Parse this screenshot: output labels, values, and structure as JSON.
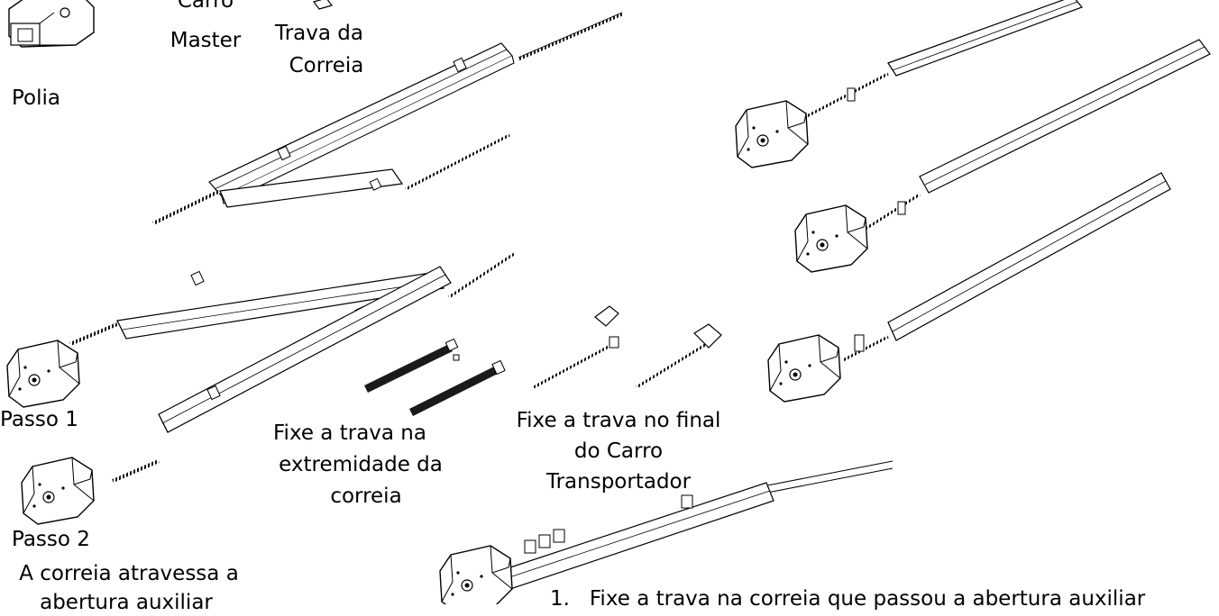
{
  "labels": {
    "carro": "Carro",
    "master": "Master",
    "trava_da": "Trava da",
    "correia": "Correia",
    "polia": "Polia",
    "passo1": "Passo 1",
    "passo2": "Passo 2",
    "fixe_trava_na": "Fixe a trava na",
    "extremidade_da": "extremidade da",
    "correia_lower": "correia",
    "fixe_trava_no_final": "Fixe a trava no final",
    "do_carro": "do Carro",
    "transportador": "Transportador",
    "a_correia_atravessa": "A correia atravessa a",
    "abertura_auxiliar": "abertura auxiliar",
    "step_item_1": "1.   Fixe a trava na correia que passou a abertura auxiliar"
  },
  "colors": {
    "line": "#000000",
    "background": "#ffffff",
    "belt": "#1a1a1a"
  }
}
